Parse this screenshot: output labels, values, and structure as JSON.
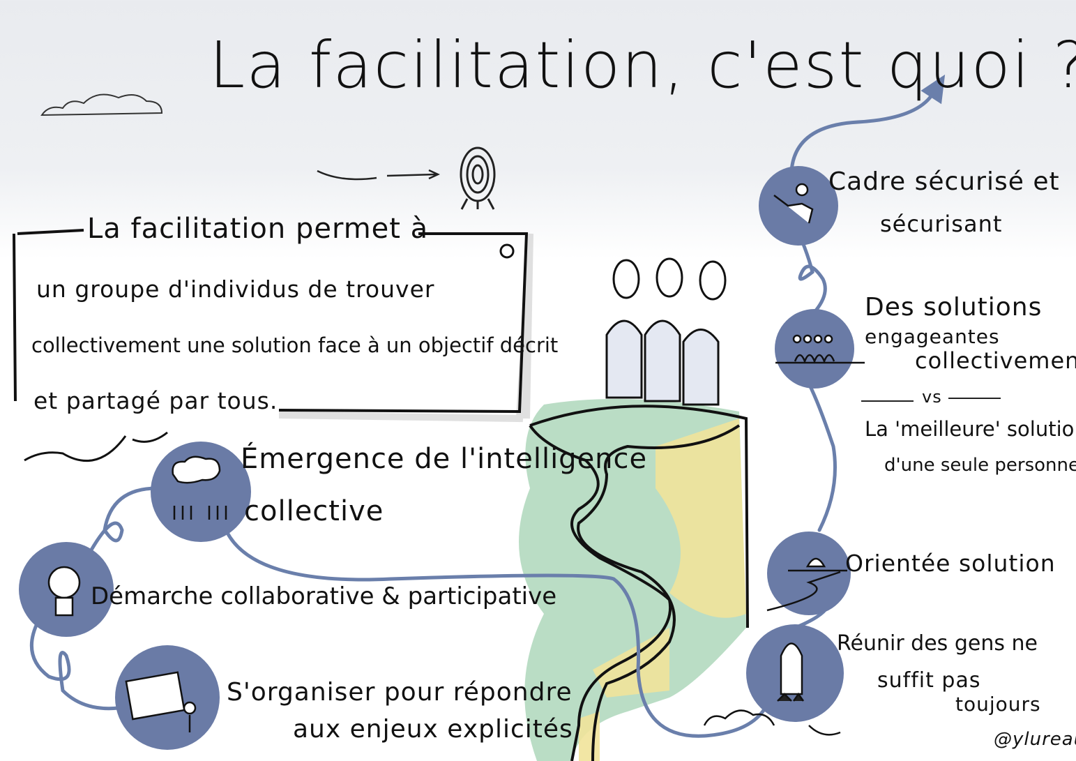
{
  "title": "La facilitation, c'est quoi ?",
  "definition": {
    "line1": "La facilitation permet à",
    "line2": "un groupe d'individus de trouver",
    "line3": "collectivement une solution face à un objectif décrit",
    "line4": "et partagé par tous."
  },
  "left_items": [
    {
      "line1": "Émergence de l'intelligence",
      "line2": "collective",
      "icon": "thought-cloud-people-icon"
    },
    {
      "line1": "Démarche collaborative & participative",
      "icon": "lightbulb-icon"
    },
    {
      "line1": "S'organiser pour répondre",
      "line2": "aux enjeux explicités",
      "icon": "whiteboard-presenter-icon"
    }
  ],
  "right_items": [
    {
      "line1": "Cadre sécurisé et",
      "line2": "sécurisant",
      "icon": "stop-hand-person-icon"
    },
    {
      "line1": "Des solutions",
      "line2": "engageantes",
      "line3": "collectivement",
      "vs": "vs",
      "line4": "La 'meilleure' solution",
      "line5": "d'une seule personne",
      "icon": "group-people-icon"
    },
    {
      "line1": "Orientée solution",
      "icon": "sunrise-road-icon"
    },
    {
      "line1": "Réunir des gens ne",
      "line2": "suffit pas",
      "line3": "toujours",
      "icon": "rocket-icon"
    }
  ],
  "signature": "@ylureault",
  "colors": {
    "circle": "#6a7ba6",
    "path": "#6a7fab",
    "green": "#a9d4b6",
    "yellow": "#f1e39a"
  }
}
